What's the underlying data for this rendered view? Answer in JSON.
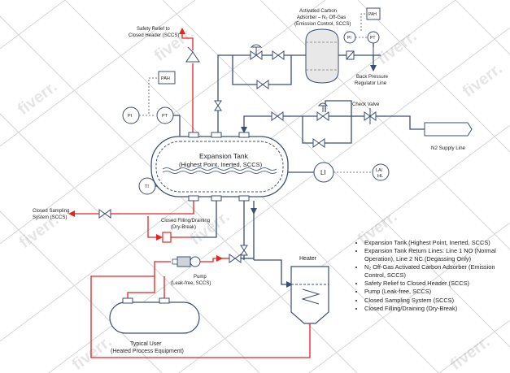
{
  "labels": {
    "tank_title": "Expansion Tank",
    "tank_sub": "(Highest Point, Inerted, SCCS)",
    "safety_relief_1": "Safety Relief to",
    "safety_relief_2": "Closed Header (SCCS)",
    "carbon_1": "Activated Carbon",
    "carbon_2": "Adsorber – N₂ Off-Gas",
    "carbon_3": "(Emission Control, SCCS)",
    "back_pressure_1": "Back Pressure",
    "back_pressure_2": "Regulator Line",
    "check_valve": "Check Valve",
    "n2_supply": "N2 Supply Line",
    "sampling_1": "Closed Sampling",
    "sampling_2": "System (SCCS)",
    "filling_1": "Closed Filling/Draining",
    "filling_2": "(Dry-Break)",
    "pump_1": "Pump",
    "pump_2": "(Leak-free, SCCS)",
    "heater": "Heater",
    "user_1": "Typical User",
    "user_2": "(Heated Process Equipment)"
  },
  "instruments": {
    "pah_left": "PAH",
    "pi_left": "PI",
    "pt_left": "PT",
    "ti": "TI",
    "li": "LI",
    "la_hl_1": "LA/",
    "la_hl_2": "HL",
    "pah_top": "PAH",
    "pi_top": "PI",
    "pt_top": "PT"
  },
  "legend": [
    "Expansion Tank (Highest Point, Inerted, SCCS)",
    "Expansion Tank Return Lines: Line 1 NO (Normal Operation), Line 2 NC (Degassing Only)",
    "N₂ Off-Gas Activated Carbon Adsorber (Emission Control, SCCS)",
    "Safety Relief to Closed Header (SCCS)",
    "Pump (Leak-free, SCCS)",
    "Closed Sampling System (SCCS)",
    "Closed Filling/Draining (Dry-Break)"
  ],
  "watermark": "fiverr."
}
